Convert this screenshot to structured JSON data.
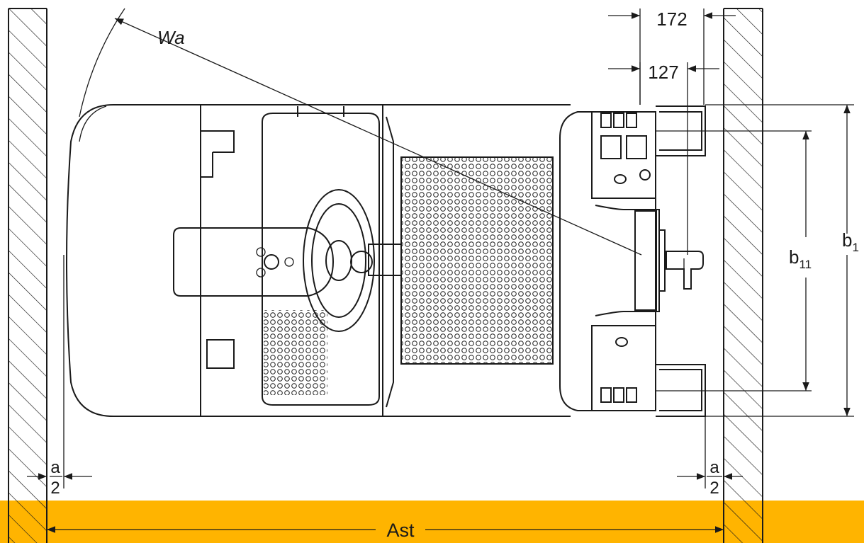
{
  "labels": {
    "turning_radius": "Wa",
    "dim_top": "172",
    "dim_second": "127",
    "width_outer": "b",
    "width_outer_sub": "1",
    "width_inner": "b",
    "width_inner_sub": "11",
    "clearance_num": "a",
    "clearance_den": "2",
    "aisle_width": "Ast"
  },
  "colors": {
    "band": "#FFB400",
    "line": "#1a1a1a",
    "background": "#ffffff"
  }
}
